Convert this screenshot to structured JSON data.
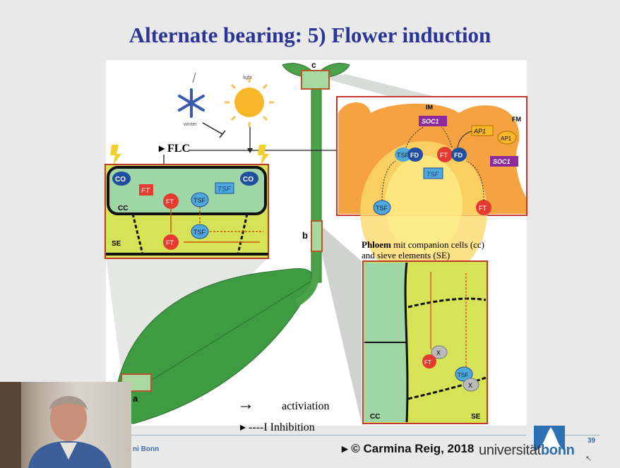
{
  "slide": {
    "title": "Alternate bearing:  5) Flower induction",
    "footer_left": "ni Bonn",
    "copyright": "▸ © Carmina Reig, 2018",
    "logo_text_a": "universität",
    "logo_text_b": "bonn",
    "page_number": "39"
  },
  "figure": {
    "label_light": "light",
    "label_winter": "winter",
    "label_flc": "▸ FLC",
    "label_c": "c",
    "label_b": "b",
    "label_a": "a",
    "cell": {
      "co": "CO",
      "ft": "FT",
      "tsf": "TSF",
      "cc": "CC",
      "se": "SE"
    },
    "meristem": {
      "im": "IM",
      "fm": "FM",
      "soc1": "SOC1",
      "ap1": "AP1",
      "tsf": "TSF",
      "fd": "FD",
      "ft": "FT"
    },
    "phloem_title_b": "Phloem",
    "phloem_title_rest": " mit companion cells (cc)",
    "phloem_title_line2": "and sieve elements (SE)",
    "phloem": {
      "cc": "CC",
      "se": "SE",
      "ft": "FT",
      "tsf": "TSF",
      "x": "X"
    },
    "legend_activation": "activiation",
    "legend_inhibition": "▸ ----I  Inhibition"
  },
  "colors": {
    "title": "#2b3596",
    "leaf": "#3e9a3e",
    "orange": "#f5a340",
    "frame": "#c0392b"
  }
}
